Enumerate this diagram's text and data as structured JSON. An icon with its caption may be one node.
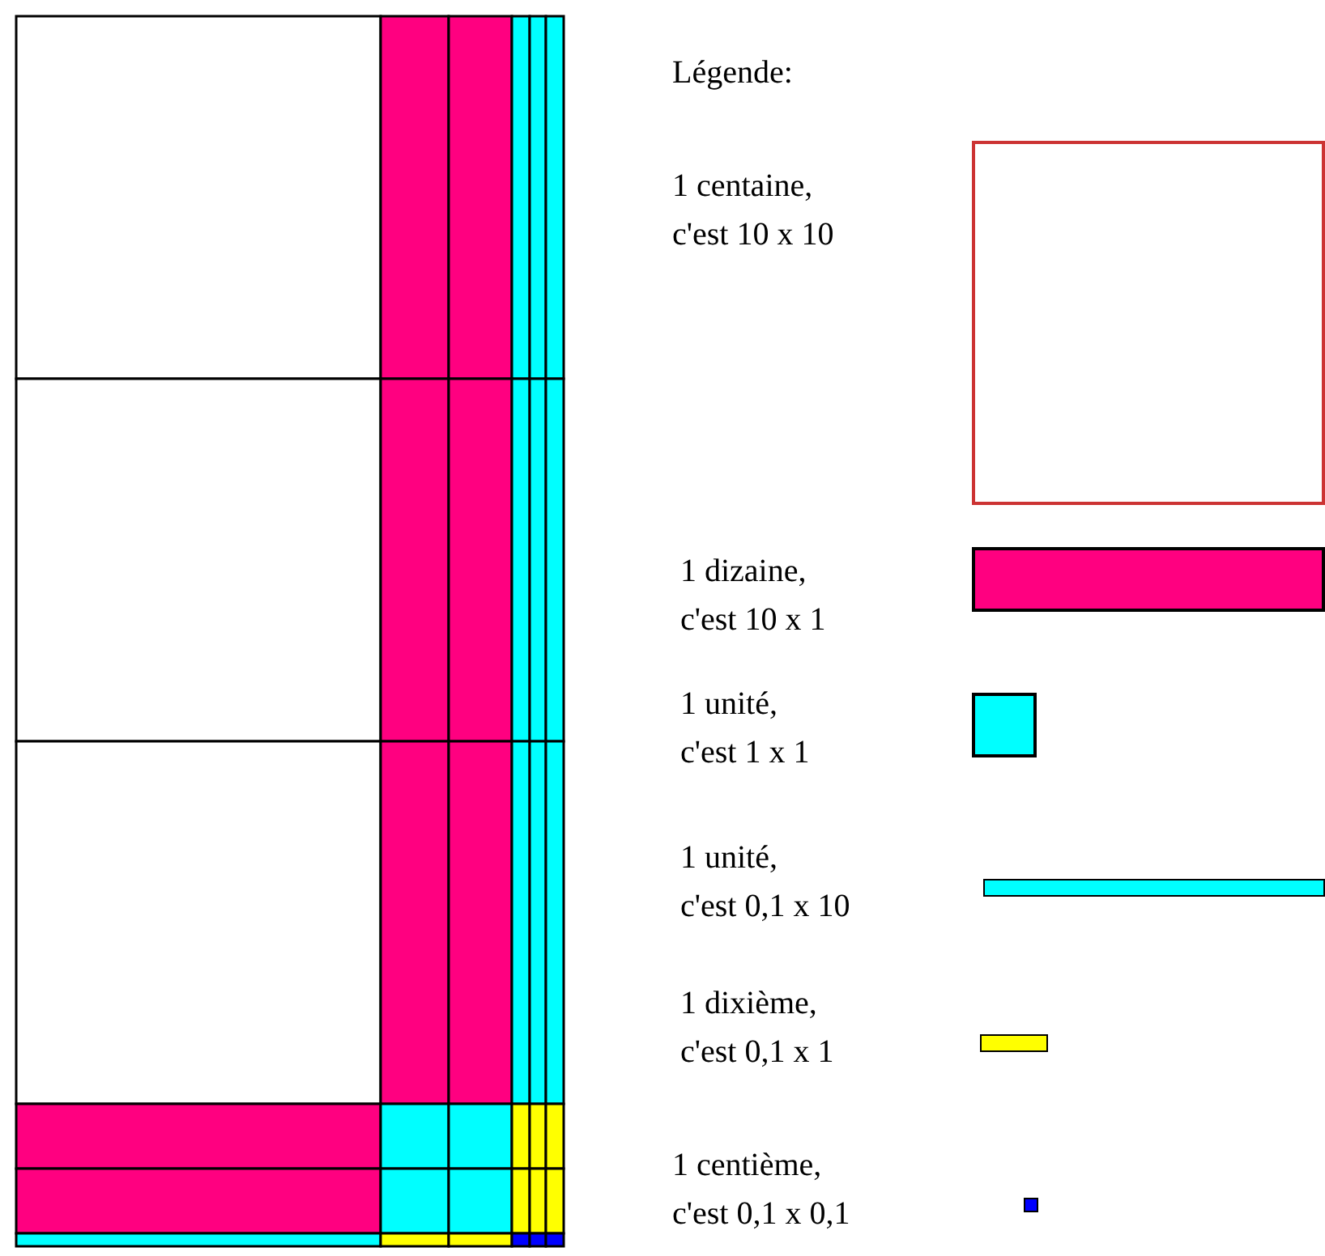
{
  "diagram": {
    "labels": [
      "Légende:"
    ],
    "legend": [
      {
        "text": "1 centaine, c'est 10 x 10",
        "color": "#ffffff"
      },
      {
        "text": "1 dizaine, c'est 10 x 1",
        "color": "#ff0080"
      },
      {
        "text": "1 unité, c'est 1 x 1",
        "color": "#00ffff"
      },
      {
        "text": "1 unité, c'est 0,1 x 10",
        "color": "#00ffff"
      },
      {
        "text": "1 dixième, c'est 0,1 x 1",
        "color": "#ffff00"
      },
      {
        "text": "1 centième, c'est 0,1 x 0,1",
        "color": "#0000ff"
      }
    ]
  }
}
